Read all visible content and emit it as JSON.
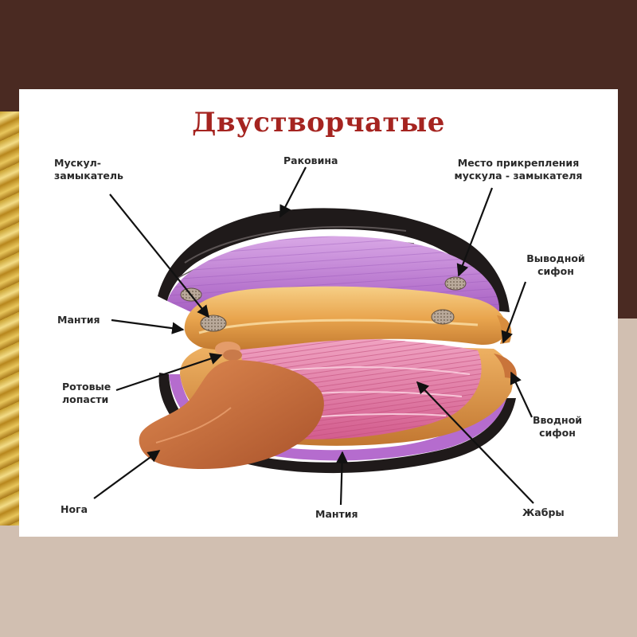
{
  "title": "Двустворчатые",
  "labels": {
    "muscle_closer": [
      "Мускул-",
      "замыкатель"
    ],
    "shell": "Раковина",
    "muscle_attach": [
      "Место прикрепления",
      "мускула - замыкателя"
    ],
    "outlet_siphon": [
      "Выводной",
      "сифон"
    ],
    "mantle_left": "Мантия",
    "mouth_lobes": [
      "Ротовые",
      "лопасти"
    ],
    "inlet_siphon": [
      "Вводной",
      "сифон"
    ],
    "foot": "Нога",
    "mantle_bottom": "Мантия",
    "gills": "Жабры"
  },
  "colors": {
    "title": "#a52420",
    "top_background": "#4a2a22",
    "bottom_background": "#d1bfb1",
    "shell_dark": "#1f1a1a",
    "mantle_purple": "#c88ad8",
    "body_orange": "#e6a04a",
    "gills_pink": "#e27aa0",
    "foot_brown": "#c46a3a"
  }
}
